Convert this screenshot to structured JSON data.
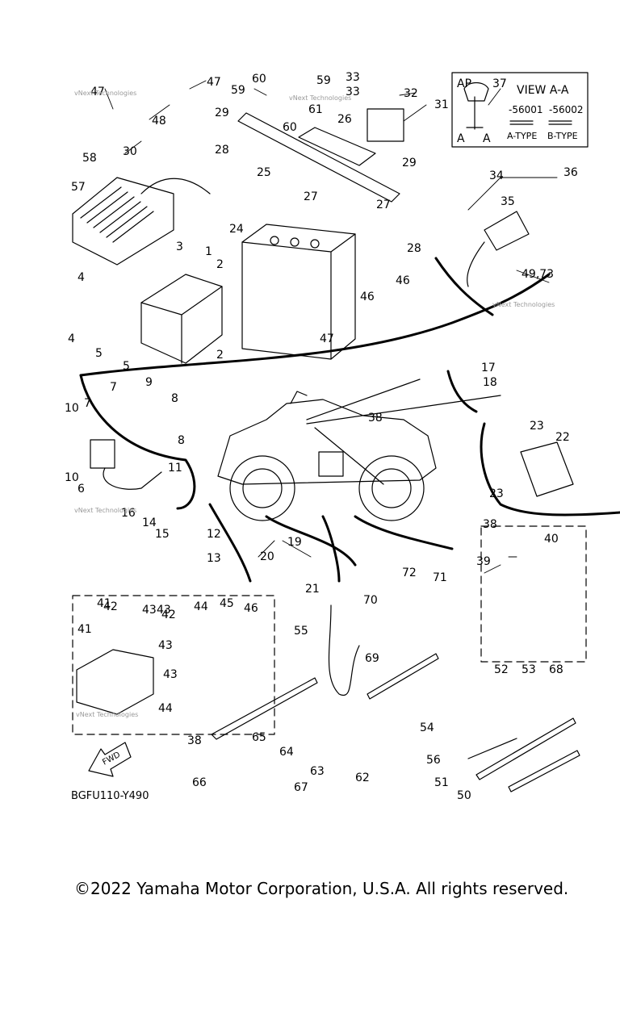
{
  "diagram": {
    "code": "BGFU110-Y490",
    "fwd_label": "FWD",
    "watermark": "vNext Technologies",
    "view_box": {
      "prefix": "AP",
      "part_no": "37",
      "title": "VIEW A-A",
      "code_a": "-56001",
      "code_b": "-56002",
      "type_a": "A-TYPE",
      "type_b": "B-TYPE",
      "section_left": "A",
      "section_right": "A"
    },
    "callouts": [
      "1",
      "2",
      "2",
      "3",
      "4",
      "4",
      "5",
      "5",
      "6",
      "7",
      "7",
      "8",
      "8",
      "9",
      "10",
      "10",
      "11",
      "12",
      "13",
      "14",
      "15",
      "16",
      "17",
      "18",
      "19",
      "20",
      "21",
      "22",
      "23",
      "23",
      "24",
      "25",
      "26",
      "27",
      "27",
      "28",
      "28",
      "29",
      "29",
      "30",
      "31",
      "32",
      "33",
      "33",
      "34",
      "35",
      "36",
      "38",
      "38",
      "38",
      "39",
      "40",
      "41",
      "41",
      "42",
      "42",
      "43",
      "43",
      "43",
      "43",
      "44",
      "44",
      "45",
      "46",
      "46",
      "46",
      "47",
      "47",
      "47",
      "48",
      "49,73",
      "50",
      "51",
      "52",
      "53",
      "54",
      "55",
      "56",
      "57",
      "58",
      "59",
      "59",
      "60",
      "60",
      "61",
      "62",
      "63",
      "64",
      "65",
      "66",
      "67",
      "68",
      "69",
      "70",
      "71",
      "72"
    ]
  },
  "footer": {
    "copyright": "©2022 Yamaha Motor Corporation, U.S.A. All rights reserved."
  }
}
